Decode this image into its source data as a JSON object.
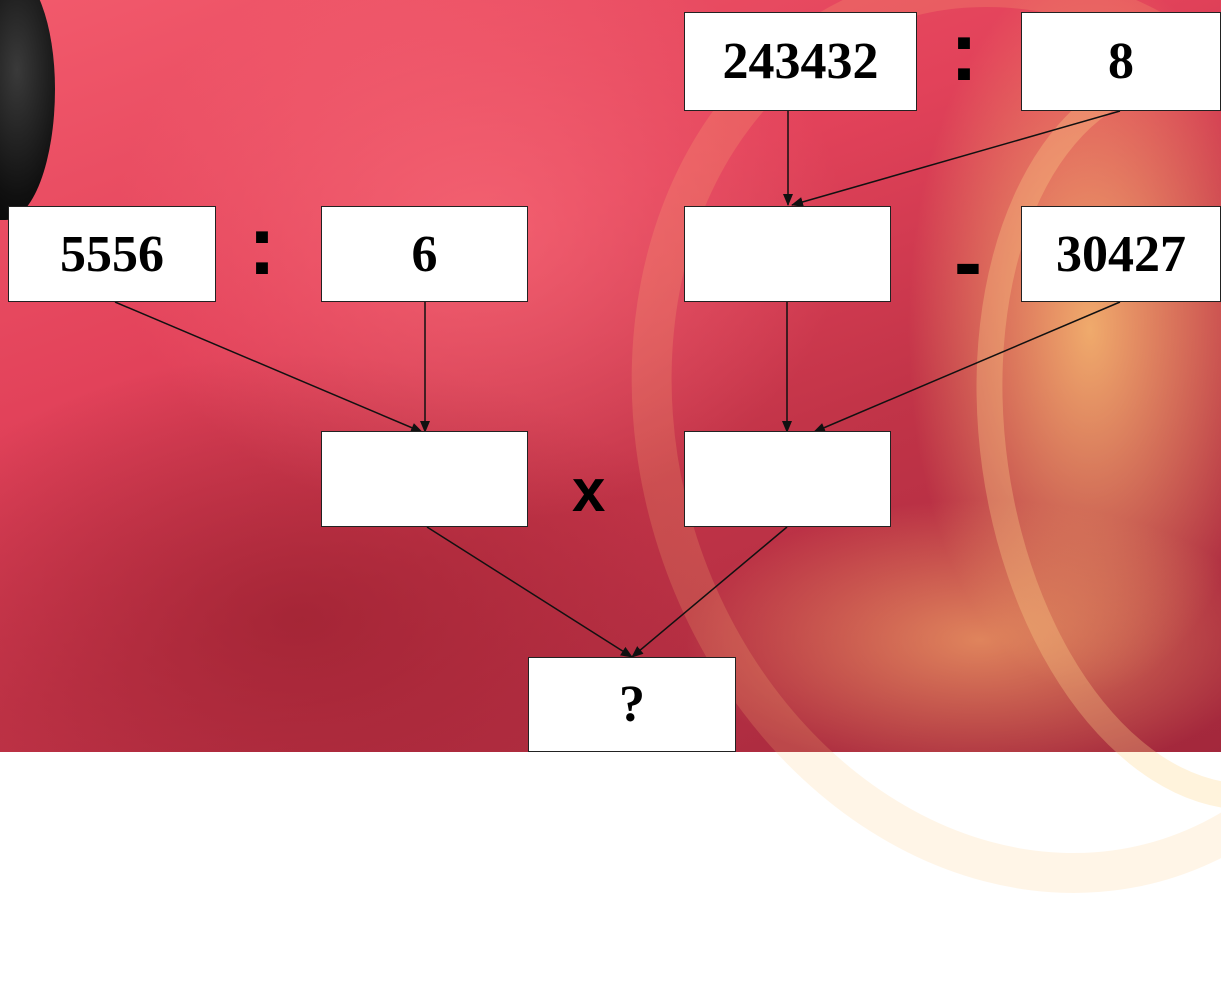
{
  "boxes": {
    "top_dividend": "243432",
    "top_divisor": "8",
    "left_dividend": "5556",
    "left_divisor": "6",
    "right_subtrahend": "30427",
    "top_quotient": "",
    "left_quotient": "",
    "right_difference": "",
    "result": "?"
  },
  "operators": {
    "top_divide": ":",
    "left_divide": ":",
    "subtract": "-",
    "multiply": "x"
  }
}
